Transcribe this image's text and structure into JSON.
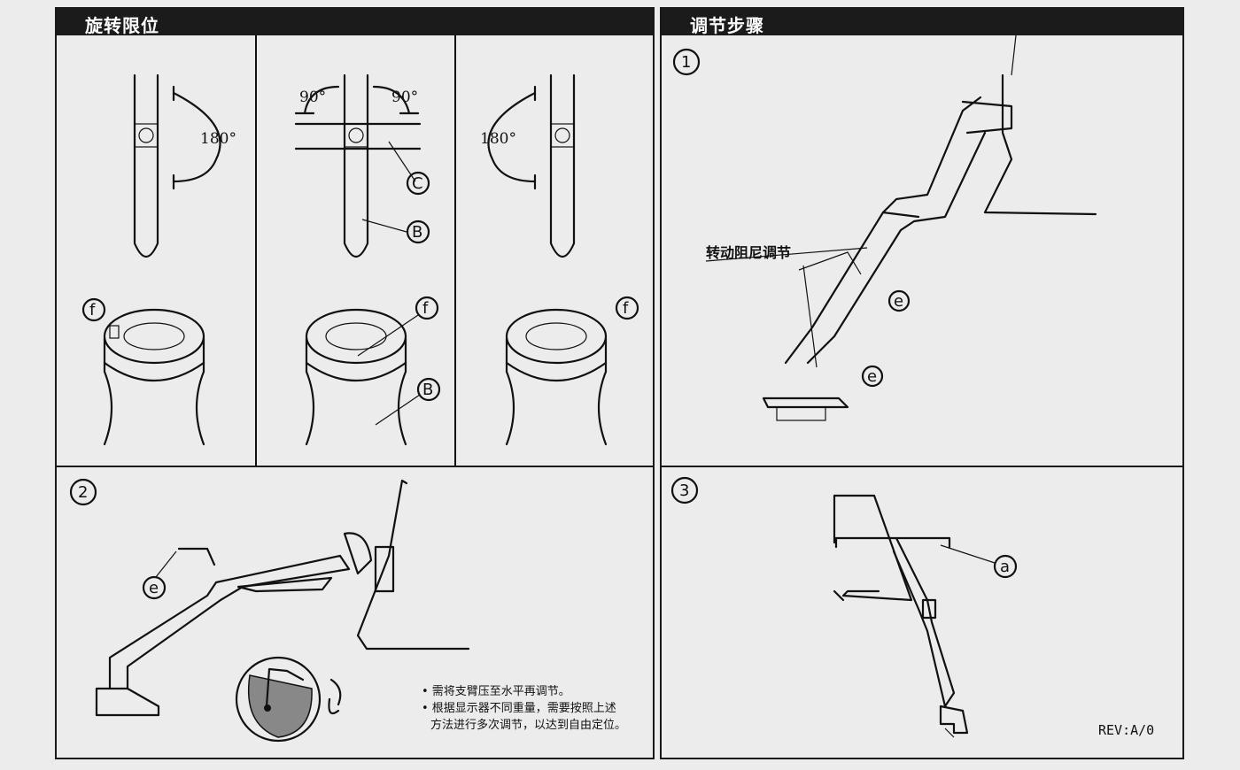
{
  "rotation_section": {
    "title": "旋转限位",
    "angle_180_left": "180°",
    "angle_180_right": "180°",
    "angle_90_left": "90°",
    "angle_90_right": "90°",
    "labels": {
      "b": "B",
      "c": "C",
      "f": "f"
    }
  },
  "adjust_section": {
    "title": "调节步骤",
    "step1": {
      "number": "1",
      "callout": "转动阻尼调节",
      "label_e": "e"
    },
    "step2": {
      "number": "2",
      "label_e": "e",
      "notes": [
        "• 需将支臂压至水平再调节。",
        "• 根据显示器不同重量，需要按照上述",
        "方法进行多次调节，以达到自由定位。"
      ]
    },
    "step3": {
      "number": "3",
      "label_a": "a",
      "revision": "REV:A/0"
    }
  }
}
